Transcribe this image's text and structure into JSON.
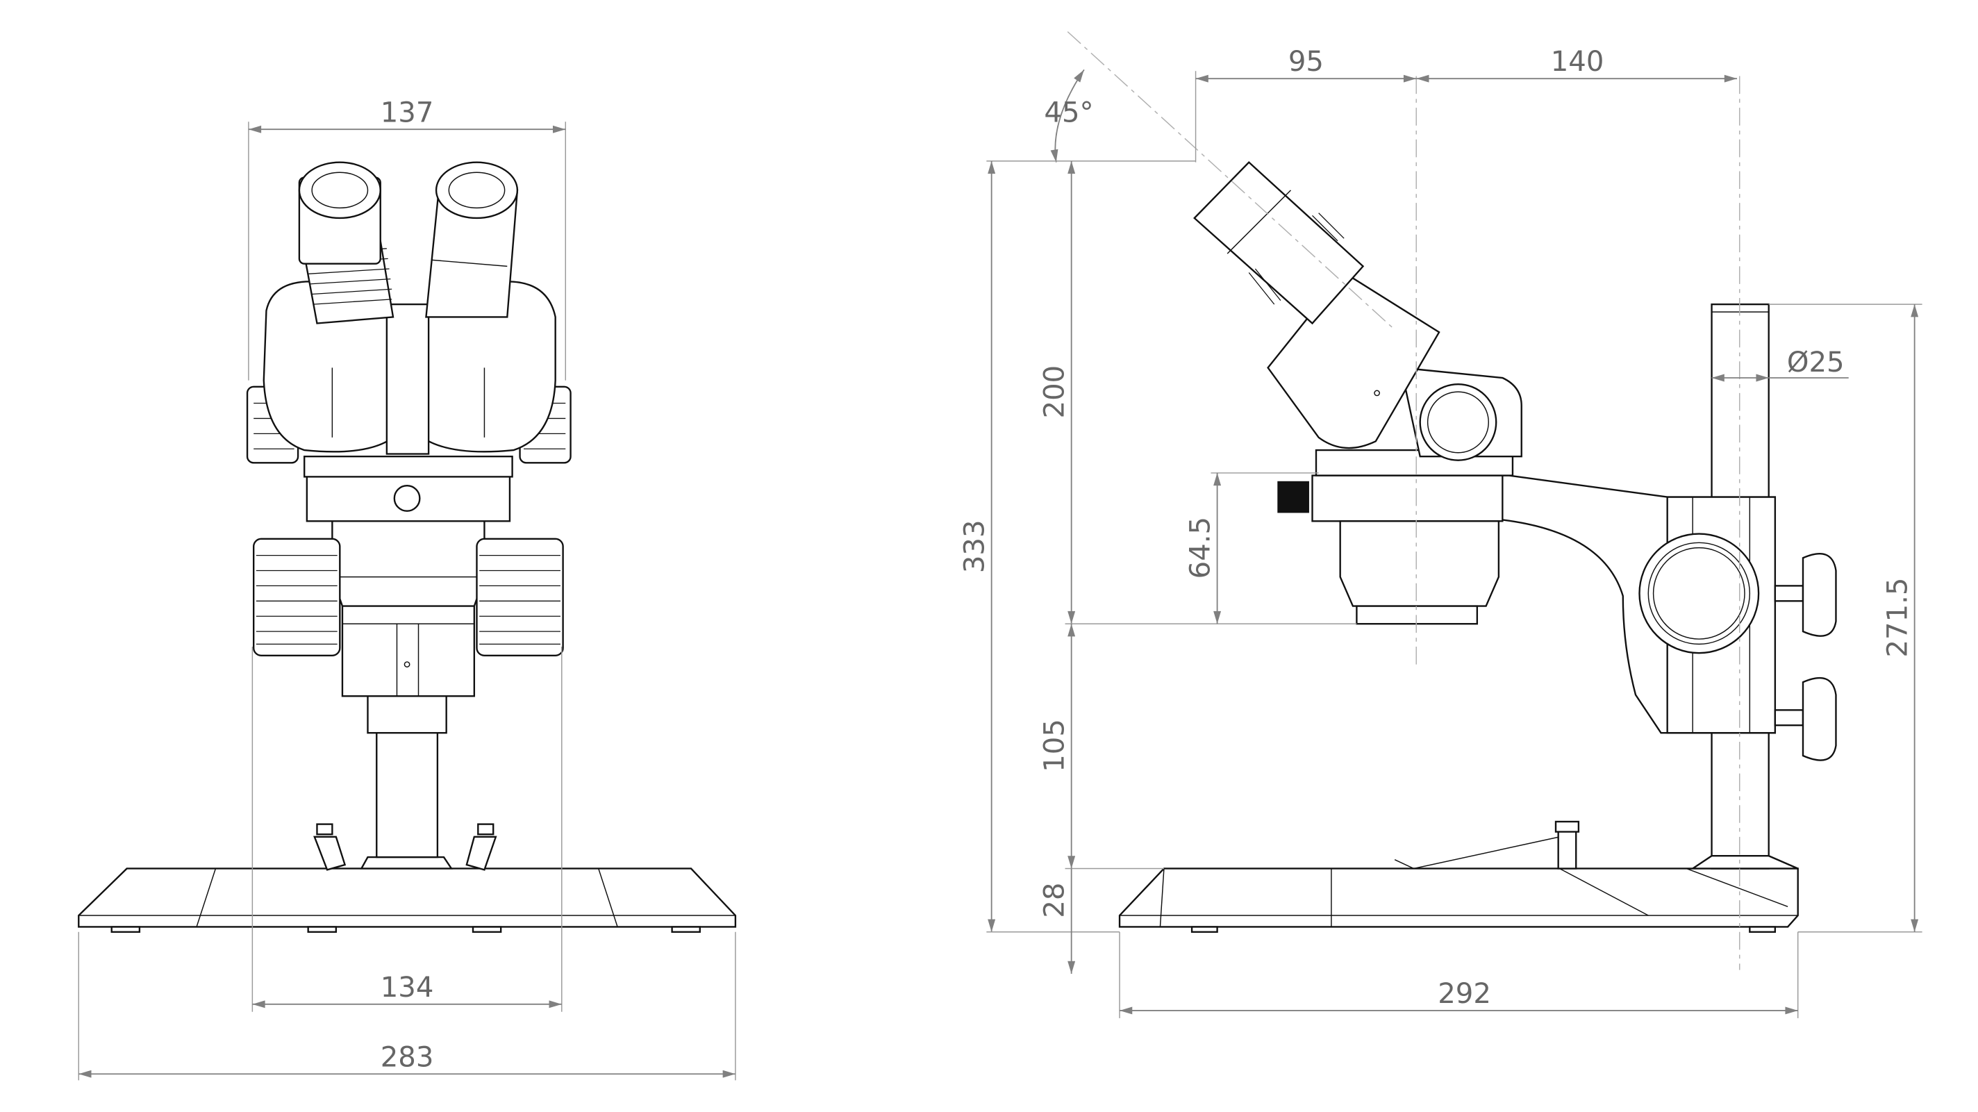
{
  "drawing": {
    "front_view": {
      "dimensions": {
        "head_width": "137",
        "knob_span": "134",
        "base_width": "283"
      }
    },
    "side_view": {
      "dimensions": {
        "eyepiece_angle": "45°",
        "eyepiece_offset": "95",
        "arm_reach": "140",
        "total_height": "333",
        "head_height": "200",
        "focus_height": "64.5",
        "working_height": "105",
        "base_thickness": "28",
        "base_depth": "292",
        "pillar_height": "271.5",
        "pillar_diameter": "Ø25"
      }
    },
    "colors": {
      "line": "#111111",
      "dimension": "#808080"
    }
  }
}
